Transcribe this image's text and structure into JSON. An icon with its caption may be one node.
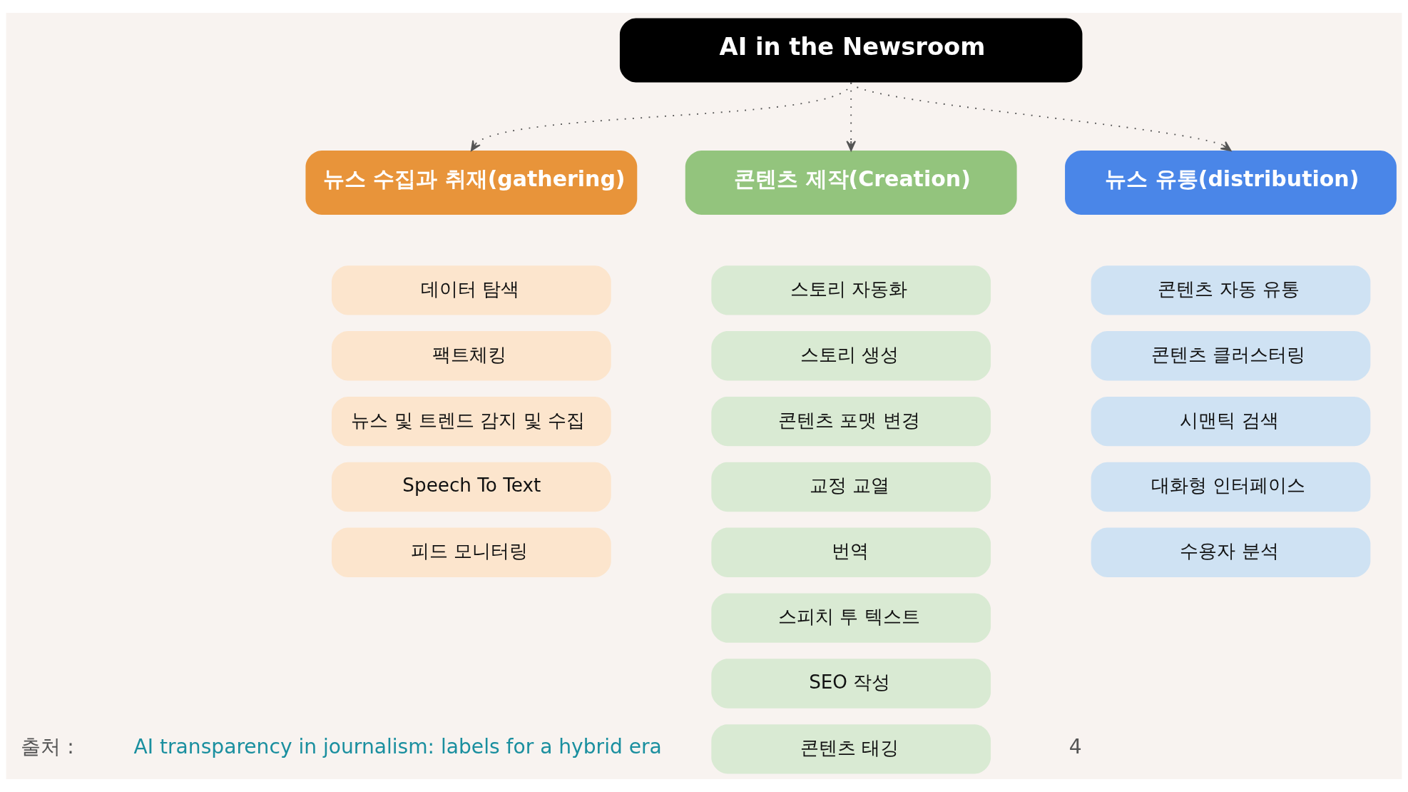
{
  "diagram": {
    "nodes": [
      {
        "text": [
          "AI in the Newsroom"
        ]
      },
      {
        "text": [
          "뉴스 수집과 취재(gathering)"
        ]
      },
      {
        "text": [
          "데이터 탐색"
        ]
      },
      {
        "text": [
          "팩트체킹"
        ]
      },
      {
        "text": [
          "뉴스 및 트렌드 감지 및 수집"
        ]
      },
      {
        "text": [
          "Speech To Text"
        ]
      },
      {
        "text": [
          "피드 모니터링"
        ]
      },
      {
        "text": [
          "콘텐츠 제작(Creation)"
        ]
      },
      {
        "text": [
          "스토리 자동화"
        ]
      },
      {
        "text": [
          "스토리 생성"
        ]
      },
      {
        "text": [
          "콘텐츠 포맷 변경"
        ]
      },
      {
        "text": [
          "교정 교열"
        ]
      },
      {
        "text": [
          "번역"
        ]
      },
      {
        "text": [
          "스피치 투 텍스트"
        ]
      },
      {
        "text": [
          "SEO 작성"
        ]
      },
      {
        "text": [
          "콘텐츠 태깅"
        ]
      },
      {
        "text": [
          "뉴스 유통(distribution)"
        ]
      },
      {
        "text": [
          "콘텐츠 자동 유통"
        ]
      },
      {
        "text": [
          "콘텐츠 클러스터링"
        ]
      },
      {
        "text": [
          "시맨틱 검색"
        ]
      },
      {
        "text": [
          "대화형 인터페이스"
        ]
      },
      {
        "text": [
          "수용자 분석"
        ]
      }
    ],
    "edges": [
      {
        "from": 0,
        "to": 1,
        "arrow": "to",
        "style": "dashed"
      },
      {
        "from": 0,
        "to": 7,
        "arrow": "to",
        "style": "dashed"
      },
      {
        "from": 0,
        "to": 16,
        "arrow": "to",
        "style": "dashed"
      }
    ],
    "labels": [
      "출처 :",
      "AI transparency in journalism: labels for a hybrid era",
      "4"
    ]
  }
}
